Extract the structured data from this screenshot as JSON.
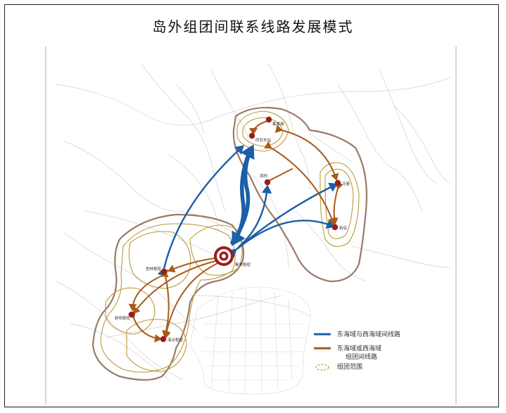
{
  "title": "岛外组团间联系线路发展模式",
  "colors": {
    "blue_route": "#1a5fa8",
    "brown_route": "#a85a1a",
    "cluster_outline": "#b89a3a",
    "outer_region": "#9a7a6a",
    "node": "#9e1b1b",
    "roads": "#d4d4d4"
  },
  "nodes": [
    {
      "id": "n1",
      "label": "集美城",
      "name": "集美"
    },
    {
      "id": "n2",
      "label": "同安东站",
      "name": "同安"
    },
    {
      "id": "n3",
      "label": "西柯",
      "name": "西柯"
    },
    {
      "id": "n4",
      "label": "马巷",
      "name": "马巷"
    },
    {
      "id": "n5",
      "label": "新店",
      "name": "新店"
    },
    {
      "id": "n6",
      "label": "杏林枢纽",
      "name": "杏林"
    },
    {
      "id": "n7",
      "label": "新阳枢纽",
      "name": "新阳"
    },
    {
      "id": "n8",
      "label": "海沧枢纽",
      "name": "海沧"
    },
    {
      "id": "hub",
      "label": "集美枢纽",
      "name": "集美枢纽"
    }
  ],
  "legend": {
    "items": [
      {
        "type": "blue",
        "label": "东海域与西海域间线路"
      },
      {
        "type": "brown",
        "label": "东海域或西海域",
        "label2": "组团间线路"
      },
      {
        "type": "cluster",
        "label": "组团范围"
      }
    ]
  }
}
